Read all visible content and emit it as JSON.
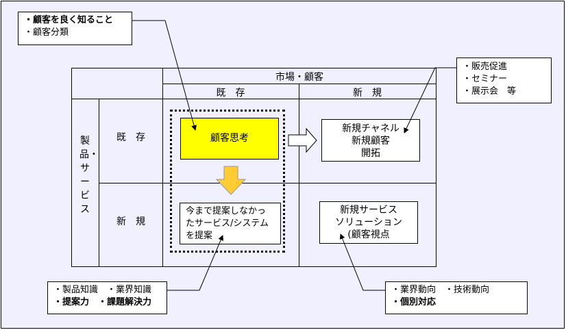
{
  "matrix": {
    "market_header": "市場・顧客",
    "market_existing": "既　存",
    "market_new": "新　規",
    "product_header": "製品・サービス",
    "product_existing": "既　存",
    "product_new": "新　規"
  },
  "cells": {
    "customer_thinking": "顧客思考",
    "new_channel": [
      "新規チャネル",
      "新規顧客",
      "開拓"
    ],
    "proposal": [
      "今まで提案しなかっ",
      "たサービス/システム",
      "を提案"
    ],
    "new_service": [
      "新規サービス",
      "ソリューション",
      "(顧客視点"
    ]
  },
  "notes": {
    "top_left": [
      "・顧客を良く知ること",
      "・顧客分類"
    ],
    "top_right": [
      "・販売促進",
      "・セミナー",
      "・展示会　等"
    ],
    "bottom_left": [
      "・製品知識　・業界知識",
      "・提案力　・課題解決力"
    ],
    "bottom_right": [
      "・業界動向　・技術動向",
      "・個別対応"
    ]
  },
  "colors": {
    "background": "#f0f0ff",
    "highlight": "#ffff00",
    "arrow_down": "#ffcc33"
  }
}
